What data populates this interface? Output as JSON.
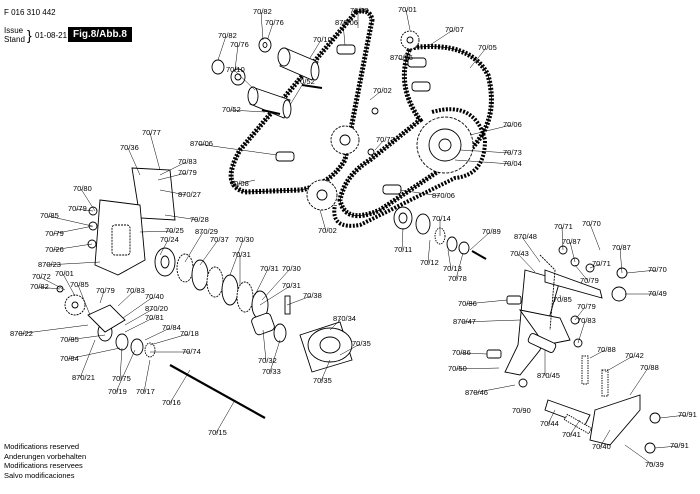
{
  "header": {
    "doc_number": "F 016 310 442",
    "issue_label": "Issue",
    "stand_label": "Stand",
    "date": "01-08-21",
    "figure": "Fig.8/Abb.8"
  },
  "footer": {
    "lines": [
      "Modifications reserved",
      "Anderungen vorbehalten",
      "Modifications reservees",
      "Salvo modificaciones"
    ]
  },
  "callouts": [
    {
      "text": "70/82"
    },
    {
      "text": "70/09"
    },
    {
      "text": "70/01"
    },
    {
      "text": "70/76"
    },
    {
      "text": "870/06"
    },
    {
      "text": "70/07"
    },
    {
      "text": "70/82"
    },
    {
      "text": "70/10"
    },
    {
      "text": "70/76"
    },
    {
      "text": "870/06"
    },
    {
      "text": "70/05"
    },
    {
      "text": "70/10"
    },
    {
      "text": "70/52"
    },
    {
      "text": "70/02"
    },
    {
      "text": "70/52"
    },
    {
      "text": "70/06"
    },
    {
      "text": "70/77"
    },
    {
      "text": "70/73"
    },
    {
      "text": "870/06"
    },
    {
      "text": "70/73"
    },
    {
      "text": "70/36"
    },
    {
      "text": "70/04"
    },
    {
      "text": "70/83"
    },
    {
      "text": "70/79"
    },
    {
      "text": "870/27"
    },
    {
      "text": "70/08"
    },
    {
      "text": "870/06"
    },
    {
      "text": "70/80"
    },
    {
      "text": "70/79"
    },
    {
      "text": "70/28"
    },
    {
      "text": "70/85"
    },
    {
      "text": "70/25"
    },
    {
      "text": "70/02"
    },
    {
      "text": "70/14"
    },
    {
      "text": "70/79"
    },
    {
      "text": "870/29"
    },
    {
      "text": "70/24"
    },
    {
      "text": "70/37"
    },
    {
      "text": "70/30"
    },
    {
      "text": "70/26"
    },
    {
      "text": "70/31"
    },
    {
      "text": "70/11"
    },
    {
      "text": "70/12"
    },
    {
      "text": "70/13"
    },
    {
      "text": "70/89"
    },
    {
      "text": "870/23"
    },
    {
      "text": "70/72"
    },
    {
      "text": "70/01"
    },
    {
      "text": "70/31"
    },
    {
      "text": "70/30"
    },
    {
      "text": "70/82"
    },
    {
      "text": "70/85"
    },
    {
      "text": "70/79"
    },
    {
      "text": "70/83"
    },
    {
      "text": "70/31"
    },
    {
      "text": "70/40"
    },
    {
      "text": "870/20"
    },
    {
      "text": "70/38"
    },
    {
      "text": "70/81"
    },
    {
      "text": "70/84"
    },
    {
      "text": "870/34"
    },
    {
      "text": "870/22"
    },
    {
      "text": "70/85"
    },
    {
      "text": "70/18"
    },
    {
      "text": "70/74"
    },
    {
      "text": "70/35"
    },
    {
      "text": "70/84"
    },
    {
      "text": "70/32"
    },
    {
      "text": "870/21"
    },
    {
      "text": "70/75"
    },
    {
      "text": "70/33"
    },
    {
      "text": "70/35"
    },
    {
      "text": "70/19"
    },
    {
      "text": "70/17"
    },
    {
      "text": "70/16"
    },
    {
      "text": "70/15"
    },
    {
      "text": "870/48"
    },
    {
      "text": "70/71"
    },
    {
      "text": "70/70"
    },
    {
      "text": "70/87"
    },
    {
      "text": "70/43"
    },
    {
      "text": "70/87"
    },
    {
      "text": "70/79"
    },
    {
      "text": "70/71"
    },
    {
      "text": "70/70"
    },
    {
      "text": "70/85"
    },
    {
      "text": "70/49"
    },
    {
      "text": "70/86"
    },
    {
      "text": "70/79"
    },
    {
      "text": "870/47"
    },
    {
      "text": "70/83"
    },
    {
      "text": "70/86"
    },
    {
      "text": "70/88"
    },
    {
      "text": "70/42"
    },
    {
      "text": "70/50"
    },
    {
      "text": "870/45"
    },
    {
      "text": "70/88"
    },
    {
      "text": "870/46"
    },
    {
      "text": "70/90"
    },
    {
      "text": "70/44"
    },
    {
      "text": "70/41"
    },
    {
      "text": "70/40"
    },
    {
      "text": "70/91"
    },
    {
      "text": "70/91"
    },
    {
      "text": "70/39"
    },
    {
      "text": "70/78"
    }
  ]
}
